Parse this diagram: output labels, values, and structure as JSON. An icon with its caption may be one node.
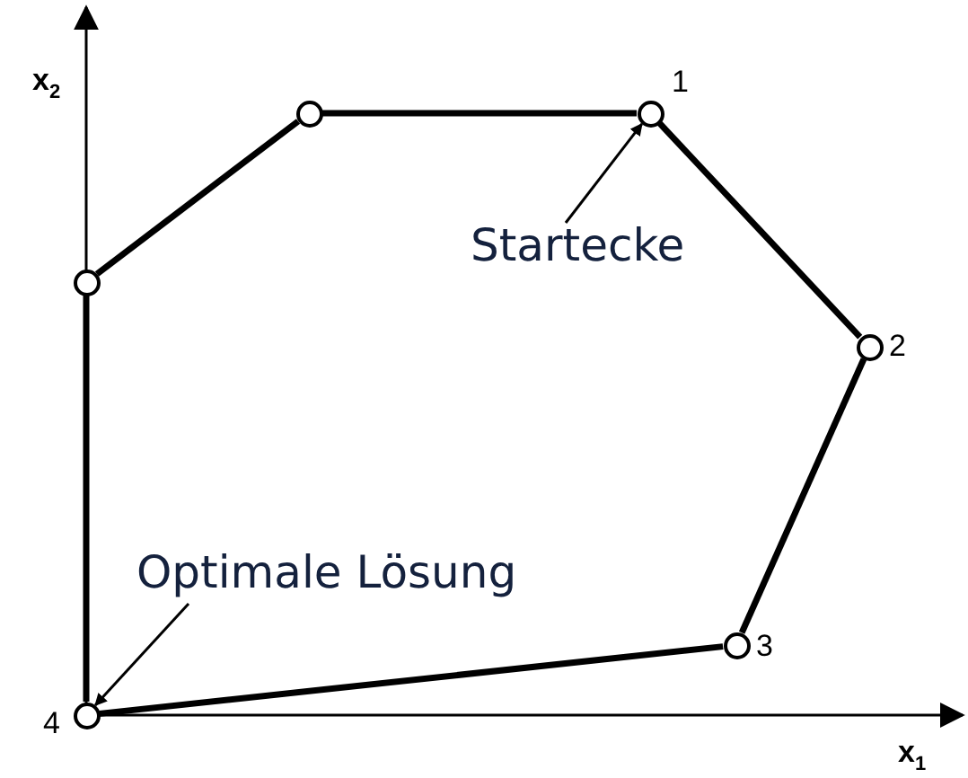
{
  "diagram": {
    "nodes": [
      {
        "text": [],
        "shape": "circle"
      },
      {
        "text": [],
        "shape": "circle",
        "beside": [
          "1"
        ]
      },
      {
        "text": [
          "Startecke"
        ]
      },
      {
        "text": [],
        "shape": "circle"
      },
      {
        "text": [],
        "shape": "circle",
        "beside": [
          "2"
        ]
      },
      {
        "text": [
          "Optimale Lösung"
        ]
      },
      {
        "text": [],
        "shape": "circle",
        "beside": [
          "3"
        ]
      },
      {
        "text": [],
        "shape": "circle",
        "beside": [
          "4"
        ]
      }
    ],
    "edges": [
      {
        "from": 3,
        "to": 0,
        "arrow": "none"
      },
      {
        "from": 0,
        "to": 1,
        "arrow": "none"
      },
      {
        "from": 1,
        "to": 4,
        "arrow": "none"
      },
      {
        "from": 4,
        "to": 6,
        "arrow": "none"
      },
      {
        "from": 6,
        "to": 7,
        "arrow": "none"
      },
      {
        "from": 7,
        "to": 3,
        "arrow": "none"
      },
      {
        "from": 2,
        "to": 1,
        "arrow": "to"
      },
      {
        "from": 5,
        "to": 7,
        "arrow": "to"
      }
    ],
    "labels": [
      "x$_{2}$",
      "x$_{1}$"
    ]
  }
}
